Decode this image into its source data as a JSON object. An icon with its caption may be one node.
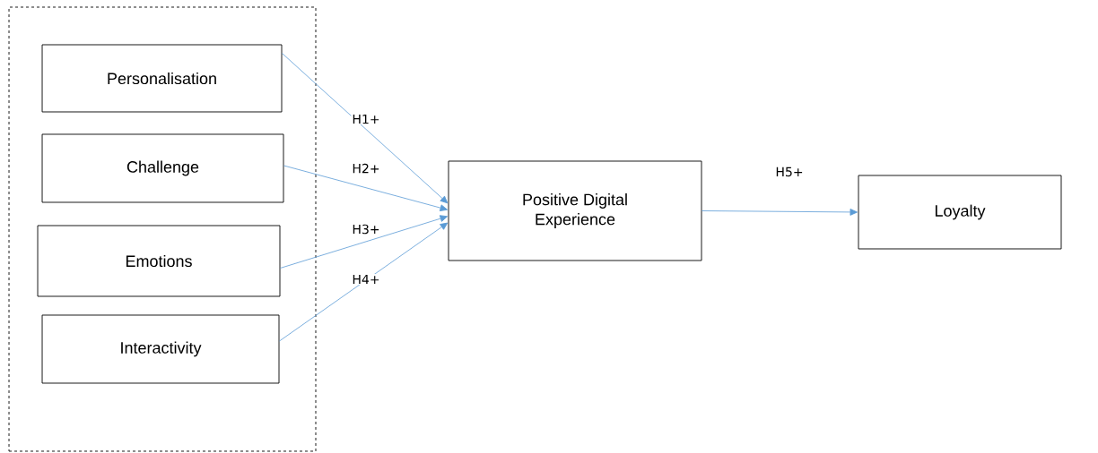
{
  "diagram": {
    "nodes": [
      {
        "text": [],
        "shape": "box"
      },
      {
        "text": [
          "Personalisation"
        ],
        "in": 0
      },
      {
        "text": [
          "Challenge"
        ],
        "in": 0
      },
      {
        "text": [
          "Emotions"
        ],
        "in": 0
      },
      {
        "text": [
          "Interactivity"
        ],
        "in": 0
      },
      {
        "text": [
          "Positive Digital Experience"
        ]
      },
      {
        "text": [
          "Loyalty"
        ]
      }
    ],
    "edges": [
      {
        "from": 1,
        "to": 5,
        "arrow": "to",
        "label": "H1+"
      },
      {
        "from": 2,
        "to": 5,
        "arrow": "to",
        "label": "H2+"
      },
      {
        "from": 3,
        "to": 5,
        "arrow": "to",
        "label": "H3+"
      },
      {
        "from": 4,
        "to": 5,
        "arrow": "to",
        "label": "H4+"
      },
      {
        "from": 5,
        "to": 6,
        "arrow": "to",
        "label": "H5+"
      }
    ]
  }
}
